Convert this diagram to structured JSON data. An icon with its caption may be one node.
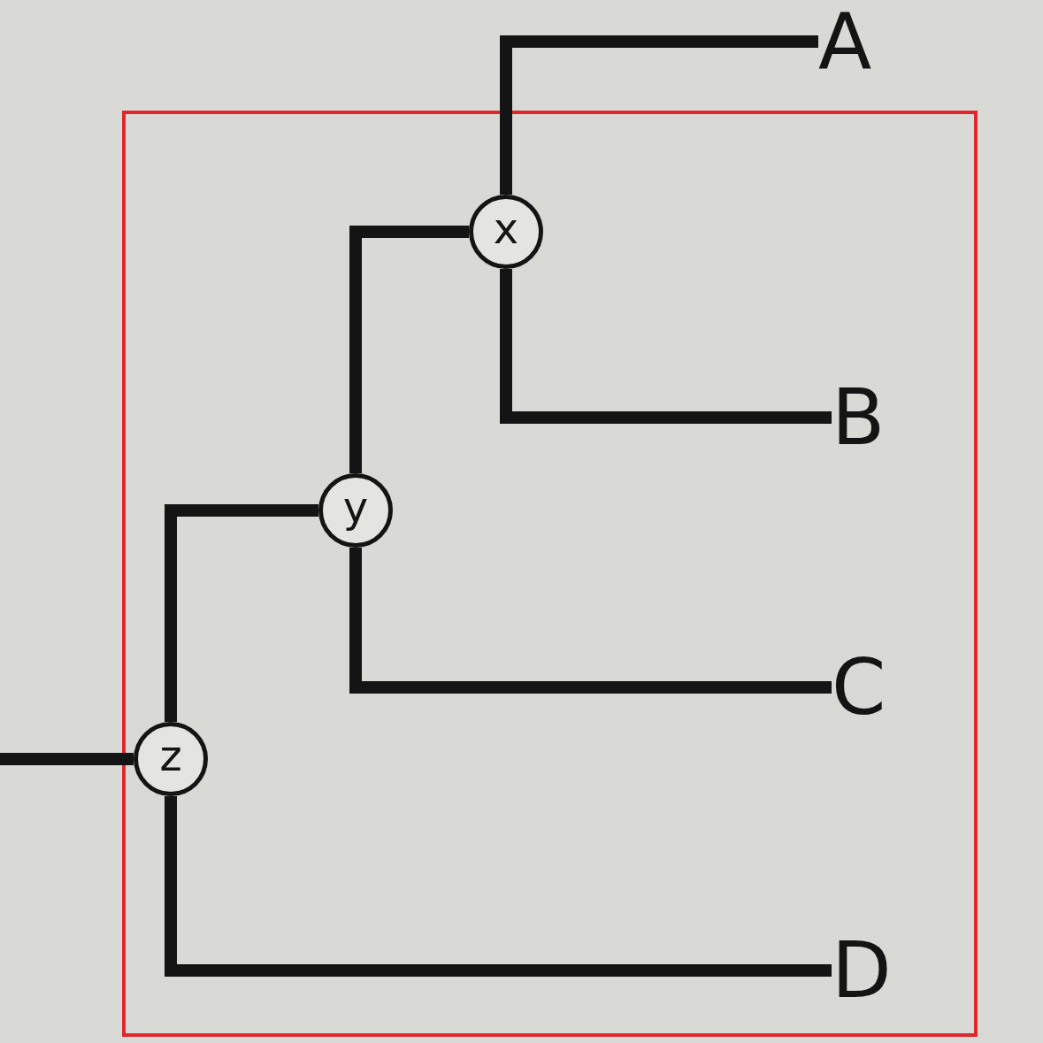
{
  "diagram": {
    "nodes": [
      {
        "text": [
          "A"
        ]
      },
      {
        "text": [],
        "shape": "box"
      },
      {
        "text": [
          "x"
        ],
        "in": 1
      },
      {
        "text": [
          "B"
        ],
        "in": 1
      },
      {
        "text": [
          "y"
        ],
        "in": 1
      },
      {
        "text": [
          "C"
        ],
        "in": 1
      },
      {
        "text": [
          "z"
        ],
        "in": 1
      },
      {
        "text": [
          "D"
        ],
        "in": 1
      }
    ],
    "edges": [
      {
        "from": null,
        "to": 6,
        "arrow": "none"
      },
      {
        "from": 6,
        "to": 4,
        "arrow": "none"
      },
      {
        "from": 6,
        "to": 7,
        "arrow": "none"
      },
      {
        "from": 4,
        "to": 2,
        "arrow": "none"
      },
      {
        "from": 4,
        "to": 5,
        "arrow": "none"
      },
      {
        "from": 2,
        "to": 0,
        "arrow": "none"
      },
      {
        "from": 2,
        "to": 3,
        "arrow": "none"
      }
    ]
  }
}
